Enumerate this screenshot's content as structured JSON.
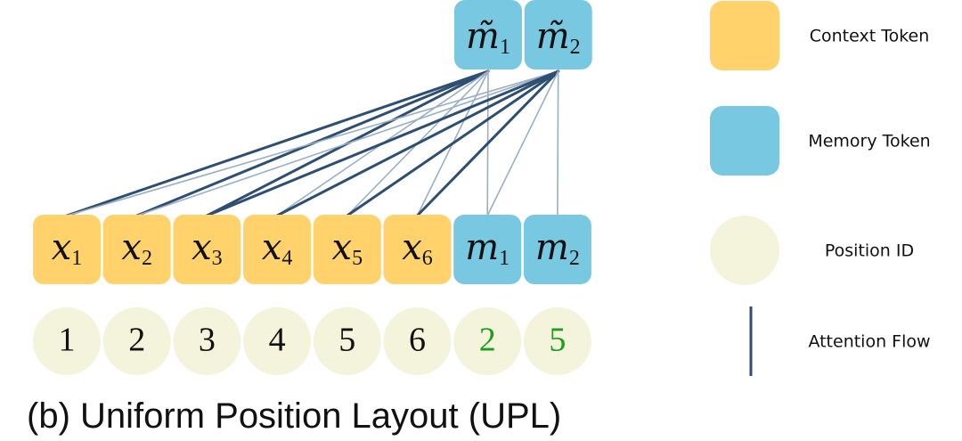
{
  "colors": {
    "context": "#FFD26B",
    "memory": "#78C8E2",
    "position": "#F4F3DC",
    "flow_strong": "#2E4E72",
    "flow_light": "#9AAFC3",
    "reassigned_id": "#1E9E1E",
    "text": "#111111"
  },
  "top_tokens": [
    {
      "base": "m̃",
      "sub": "1"
    },
    {
      "base": "m̃",
      "sub": "2"
    }
  ],
  "tokens": [
    {
      "base": "x",
      "sub": "1",
      "kind": "context"
    },
    {
      "base": "x",
      "sub": "2",
      "kind": "context"
    },
    {
      "base": "x",
      "sub": "3",
      "kind": "context"
    },
    {
      "base": "x",
      "sub": "4",
      "kind": "context"
    },
    {
      "base": "x",
      "sub": "5",
      "kind": "context"
    },
    {
      "base": "x",
      "sub": "6",
      "kind": "context"
    },
    {
      "base": "m",
      "sub": "1",
      "kind": "memory"
    },
    {
      "base": "m",
      "sub": "2",
      "kind": "memory"
    }
  ],
  "position_ids": [
    {
      "value": "1",
      "reassigned": false
    },
    {
      "value": "2",
      "reassigned": false
    },
    {
      "value": "3",
      "reassigned": false
    },
    {
      "value": "4",
      "reassigned": false
    },
    {
      "value": "5",
      "reassigned": false
    },
    {
      "value": "6",
      "reassigned": false
    },
    {
      "value": "2",
      "reassigned": true
    },
    {
      "value": "5",
      "reassigned": true
    }
  ],
  "flows": [
    {
      "from": 0,
      "to": 0,
      "strong": true
    },
    {
      "from": 0,
      "to": 1,
      "strong": true
    },
    {
      "from": 0,
      "to": 2,
      "strong": true
    },
    {
      "from": 0,
      "to": 3,
      "strong": false
    },
    {
      "from": 0,
      "to": 4,
      "strong": false
    },
    {
      "from": 0,
      "to": 5,
      "strong": false
    },
    {
      "from": 0,
      "to": 6,
      "strong": false
    },
    {
      "from": 1,
      "to": 0,
      "strong": false
    },
    {
      "from": 1,
      "to": 1,
      "strong": false
    },
    {
      "from": 1,
      "to": 2,
      "strong": true
    },
    {
      "from": 1,
      "to": 3,
      "strong": true
    },
    {
      "from": 1,
      "to": 4,
      "strong": true
    },
    {
      "from": 1,
      "to": 5,
      "strong": true
    },
    {
      "from": 1,
      "to": 6,
      "strong": false
    },
    {
      "from": 1,
      "to": 7,
      "strong": false
    }
  ],
  "legend": [
    {
      "label": "Context Token",
      "kind": "context"
    },
    {
      "label": "Memory Token",
      "kind": "memory"
    },
    {
      "label": "Position ID",
      "kind": "position"
    },
    {
      "label": "Attention Flow",
      "kind": "flow"
    }
  ],
  "caption": "(b) Uniform Position Layout (UPL)"
}
